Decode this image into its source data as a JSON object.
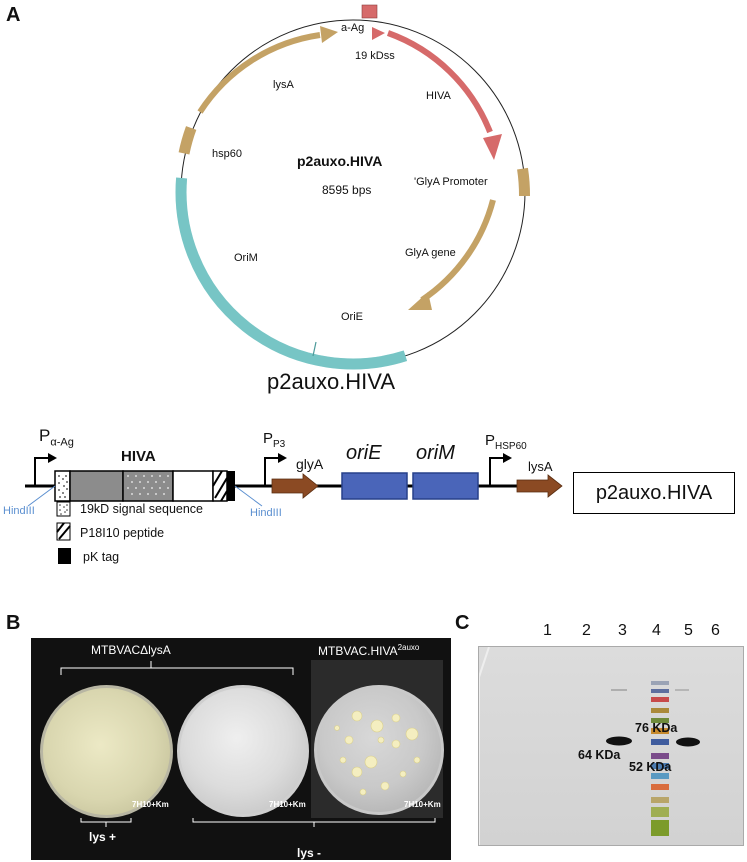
{
  "panel_a": {
    "letter": "A",
    "plasmid": {
      "name": "p2auxo.HIVA",
      "size": "8595 bps",
      "features": [
        {
          "label": "a-Ag",
          "color": "#d66a6a"
        },
        {
          "label": "19 kDss",
          "color": "#d66a6a"
        },
        {
          "label": "HIVA",
          "color": "#d66a6a"
        },
        {
          "label": "'GlyA Promoter",
          "color": "#c4a265"
        },
        {
          "label": "GlyA gene",
          "color": "#c4a265"
        },
        {
          "label": "OriE",
          "color": "#7fcfcf"
        },
        {
          "label": "OriM",
          "color": "#7fcfcf"
        },
        {
          "label": "hsp60",
          "color": "#c4a265"
        },
        {
          "label": "lysA",
          "color": "#c4a265"
        }
      ],
      "caption": "p2auxo.HIVA"
    },
    "map": {
      "p_alpha": "P",
      "p_alpha_sub": "α-Ag",
      "hiva": "HIVA",
      "hind1": "HindIII",
      "hind2": "HindIII",
      "pp3": "P",
      "pp3_sub": "P3",
      "glya": "glyA",
      "orie": "oriE",
      "orim": "oriM",
      "phsp": "P",
      "phsp_sub": "HSP60",
      "lysa": "lysA",
      "box_label": "p2auxo.HIVA",
      "legend": [
        "19kD signal sequence",
        "P18I10  peptide",
        "pK tag"
      ]
    }
  },
  "panel_b": {
    "letter": "B",
    "left_group": "MTBVACΔlysA",
    "right_group": "MTBVAC.HIVA",
    "right_group_sup": "2auxo",
    "plate_media": [
      "7H10+Km",
      "7H10+Km",
      "7H10+Km"
    ],
    "lys_plus": "lys +",
    "lys_minus": "lys -"
  },
  "panel_c": {
    "letter": "C",
    "lanes": [
      "1",
      "2",
      "3",
      "4",
      "5",
      "6"
    ],
    "markers": [
      "76 KDa",
      "64 KDa",
      "52 KDa"
    ]
  }
}
